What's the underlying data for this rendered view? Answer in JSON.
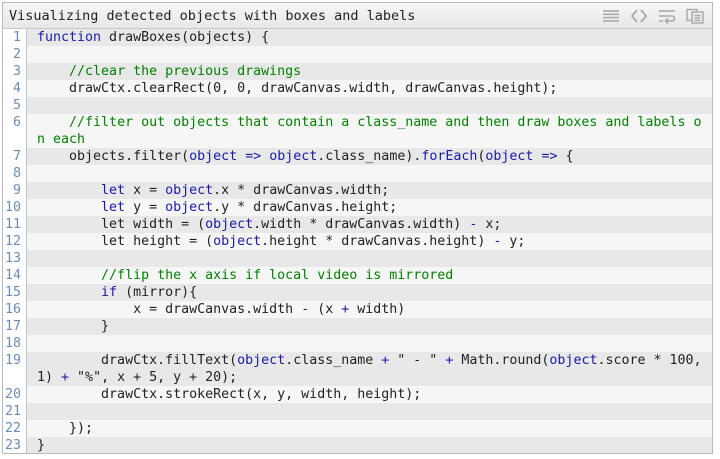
{
  "title": "Visualizing detected objects with boxes and labels",
  "toolbar": {
    "icons": [
      "view-source-icon",
      "code-brackets-icon",
      "wrap-lines-icon",
      "copy-icon"
    ]
  },
  "colors": {
    "keyword": "#1a1aa6",
    "comment": "#008000",
    "line_number": "#6a8bb8",
    "row_odd": "#e8e8e8",
    "row_even": "#f6f6f6"
  },
  "code_lines": [
    [
      {
        "t": "kw",
        "v": "function"
      },
      {
        "t": "plain",
        "v": " drawBoxes(objects) {"
      }
    ],
    [],
    [
      {
        "t": "plain",
        "v": "    "
      },
      {
        "t": "cm",
        "v": "//clear the previous drawings"
      }
    ],
    [
      {
        "t": "plain",
        "v": "    drawCtx.clearRect(0, 0, drawCanvas.width, drawCanvas.height);"
      }
    ],
    [],
    [
      {
        "t": "plain",
        "v": "    "
      },
      {
        "t": "cm",
        "v": "//filter out objects that contain a class_name and then draw boxes and labels on each"
      }
    ],
    [
      {
        "t": "plain",
        "v": "    objects.filter("
      },
      {
        "t": "id",
        "v": "object"
      },
      {
        "t": "plain",
        "v": " "
      },
      {
        "t": "kw",
        "v": "=>"
      },
      {
        "t": "plain",
        "v": " "
      },
      {
        "t": "id",
        "v": "object"
      },
      {
        "t": "plain",
        "v": ".class_name)."
      },
      {
        "t": "kw",
        "v": "forEach"
      },
      {
        "t": "plain",
        "v": "("
      },
      {
        "t": "id",
        "v": "object"
      },
      {
        "t": "plain",
        "v": " "
      },
      {
        "t": "kw",
        "v": "=>"
      },
      {
        "t": "plain",
        "v": " {"
      }
    ],
    [],
    [
      {
        "t": "plain",
        "v": "        "
      },
      {
        "t": "kw",
        "v": "let"
      },
      {
        "t": "plain",
        "v": " x = "
      },
      {
        "t": "id",
        "v": "object"
      },
      {
        "t": "plain",
        "v": ".x * drawCanvas.width;"
      }
    ],
    [
      {
        "t": "plain",
        "v": "        "
      },
      {
        "t": "kw",
        "v": "let"
      },
      {
        "t": "plain",
        "v": " y = "
      },
      {
        "t": "id",
        "v": "object"
      },
      {
        "t": "plain",
        "v": ".y * drawCanvas.height;"
      }
    ],
    [
      {
        "t": "plain",
        "v": "        let width = ("
      },
      {
        "t": "id",
        "v": "object"
      },
      {
        "t": "plain",
        "v": ".width * drawCanvas.width) "
      },
      {
        "t": "kw",
        "v": "-"
      },
      {
        "t": "plain",
        "v": " x;"
      }
    ],
    [
      {
        "t": "plain",
        "v": "        let height = ("
      },
      {
        "t": "id",
        "v": "object"
      },
      {
        "t": "plain",
        "v": ".height * drawCanvas.height) "
      },
      {
        "t": "kw",
        "v": "-"
      },
      {
        "t": "plain",
        "v": " y;"
      }
    ],
    [],
    [
      {
        "t": "plain",
        "v": "        "
      },
      {
        "t": "cm",
        "v": "//flip the x axis if local video is mirrored"
      }
    ],
    [
      {
        "t": "plain",
        "v": "        "
      },
      {
        "t": "kw",
        "v": "if"
      },
      {
        "t": "plain",
        "v": " (mirror){"
      }
    ],
    [
      {
        "t": "plain",
        "v": "            x = drawCanvas.width "
      },
      {
        "t": "kw",
        "v": "-"
      },
      {
        "t": "plain",
        "v": " (x "
      },
      {
        "t": "kw",
        "v": "+"
      },
      {
        "t": "plain",
        "v": " width)"
      }
    ],
    [
      {
        "t": "plain",
        "v": "        }"
      }
    ],
    [],
    [
      {
        "t": "plain",
        "v": "        drawCtx.fillText("
      },
      {
        "t": "id",
        "v": "object"
      },
      {
        "t": "plain",
        "v": ".class_name "
      },
      {
        "t": "kw",
        "v": "+"
      },
      {
        "t": "plain",
        "v": " \" - \" "
      },
      {
        "t": "kw",
        "v": "+"
      },
      {
        "t": "plain",
        "v": " Math.round("
      },
      {
        "t": "id",
        "v": "object"
      },
      {
        "t": "plain",
        "v": ".score * 100, 1) "
      },
      {
        "t": "kw",
        "v": "+"
      },
      {
        "t": "plain",
        "v": " \"%\", x + 5, y + 20);"
      }
    ],
    [
      {
        "t": "plain",
        "v": "        drawCtx.strokeRect(x, y, width, height);"
      }
    ],
    [],
    [
      {
        "t": "plain",
        "v": "    });"
      }
    ],
    [
      {
        "t": "plain",
        "v": "}"
      }
    ]
  ]
}
